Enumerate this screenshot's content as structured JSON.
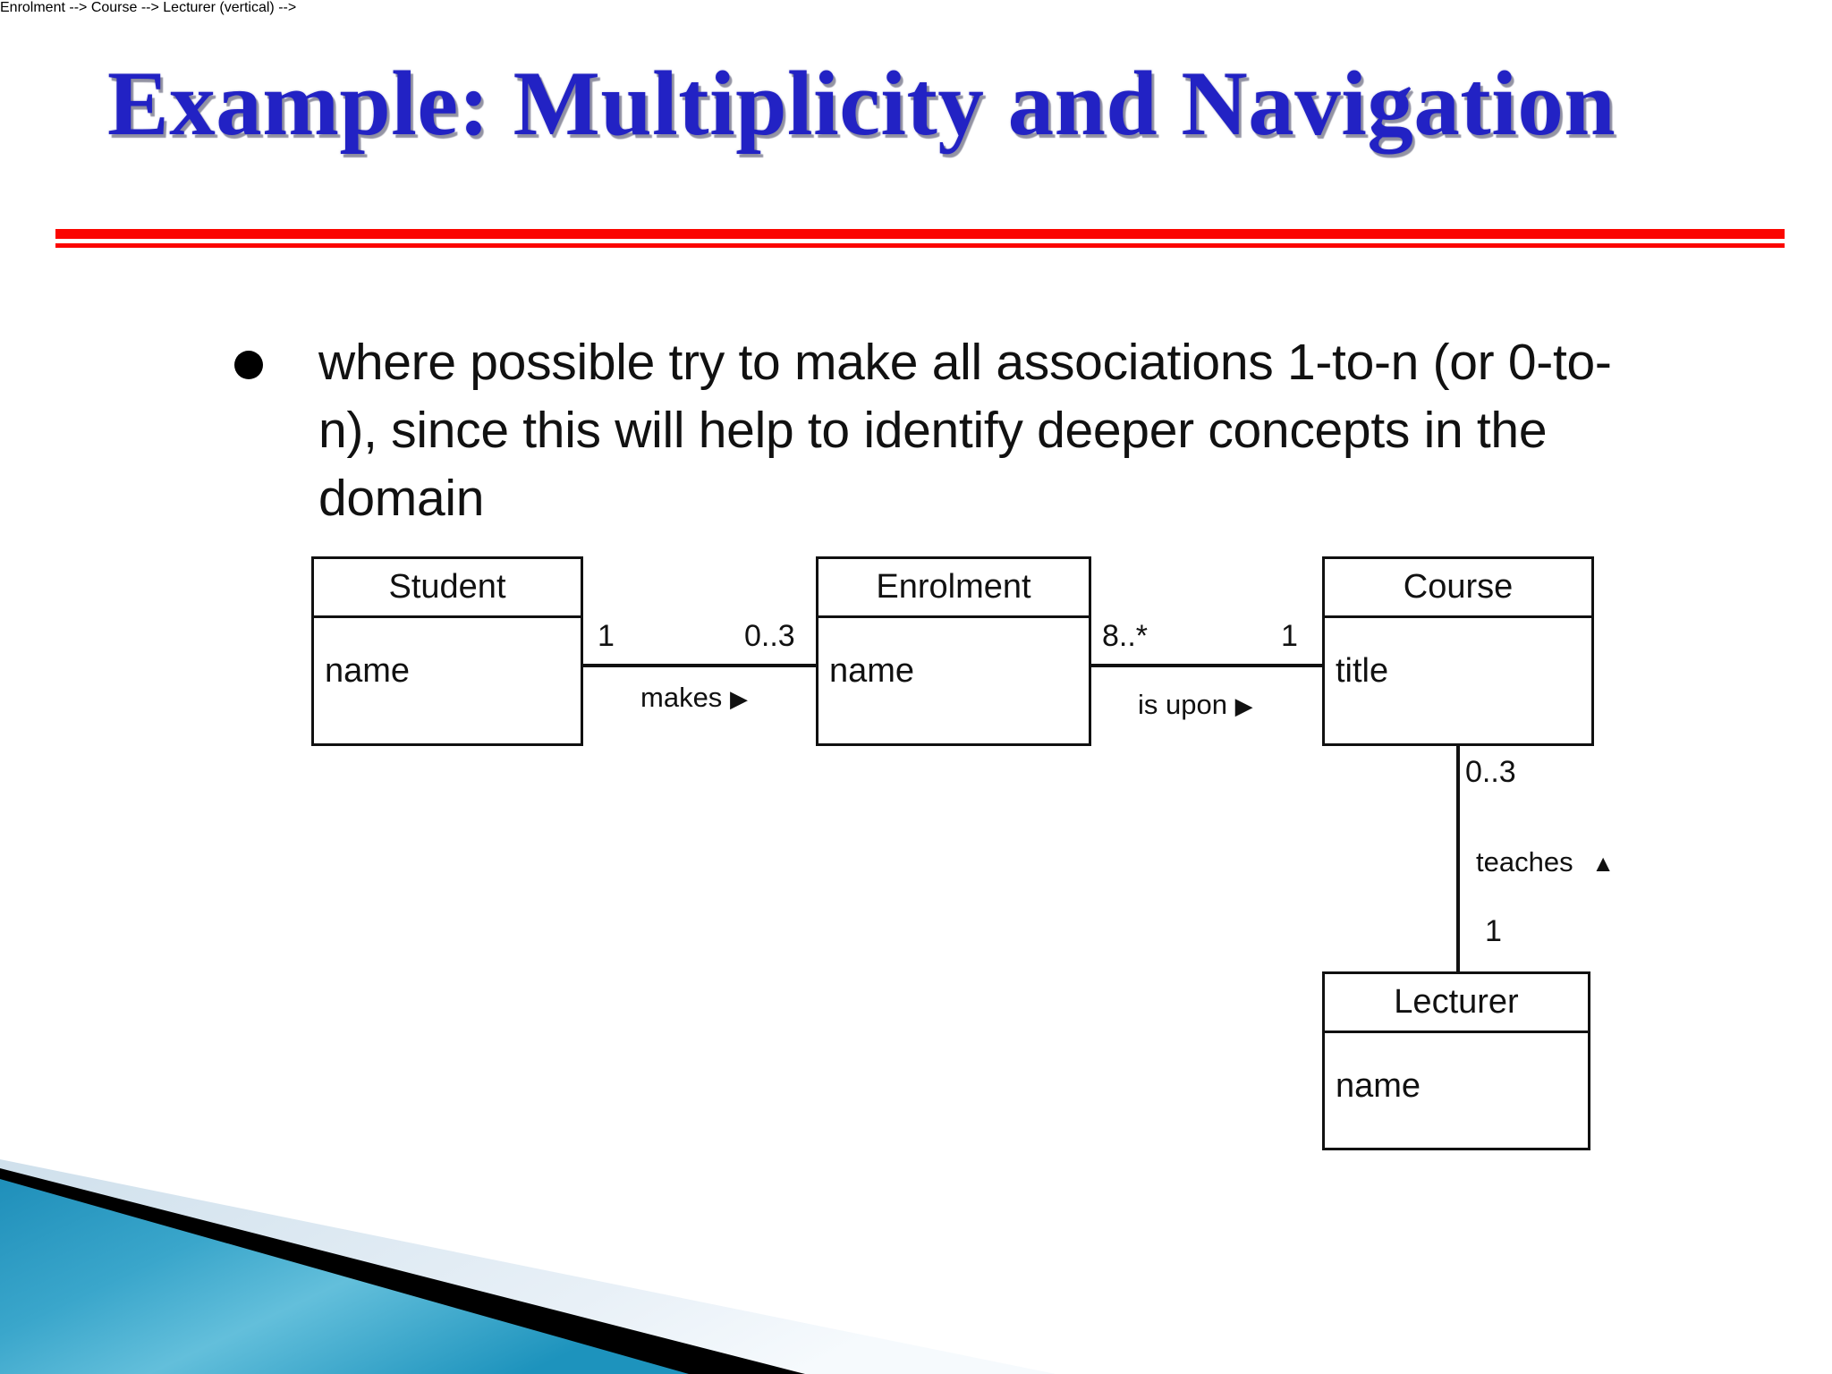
{
  "slide": {
    "title": "Example: Multiplicity and Navigation",
    "title_color": "#2222c4",
    "rule_color": "#fb0600",
    "background_color": "#ffffff"
  },
  "body": {
    "bullet_glyph": "●",
    "bullet_text": "where possible try to make all associations 1-to-n (or 0-to-n), since this will help to identify deeper concepts in the domain"
  },
  "diagram": {
    "type": "uml-class-diagram",
    "classes": [
      {
        "id": "student",
        "name": "Student",
        "attributes": [
          "name"
        ]
      },
      {
        "id": "enrolment",
        "name": "Enrolment",
        "attributes": [
          "name"
        ]
      },
      {
        "id": "course",
        "name": "Course",
        "attributes": [
          "title"
        ]
      },
      {
        "id": "lecturer",
        "name": "Lecturer",
        "attributes": [
          "name"
        ]
      }
    ],
    "associations": [
      {
        "id": "makes",
        "label": "makes",
        "nav_arrow": "▶",
        "from": "Student",
        "to": "Enrolment",
        "source_multiplicity": "1",
        "target_multiplicity": "0..3"
      },
      {
        "id": "is-upon",
        "label": "is upon",
        "nav_arrow": "▶",
        "from": "Enrolment",
        "to": "Course",
        "source_multiplicity": "8..*",
        "target_multiplicity": "1"
      },
      {
        "id": "teaches",
        "label": "teaches",
        "nav_arrow": "▲",
        "from": "Course",
        "to": "Lecturer",
        "source_multiplicity": "0..3",
        "target_multiplicity": "1"
      }
    ]
  },
  "decoration": {
    "corner_teal": "#2e9dc3",
    "corner_teal_light": "#55b8d6",
    "corner_black": "#000000",
    "corner_pale": "#dfeaf2"
  }
}
